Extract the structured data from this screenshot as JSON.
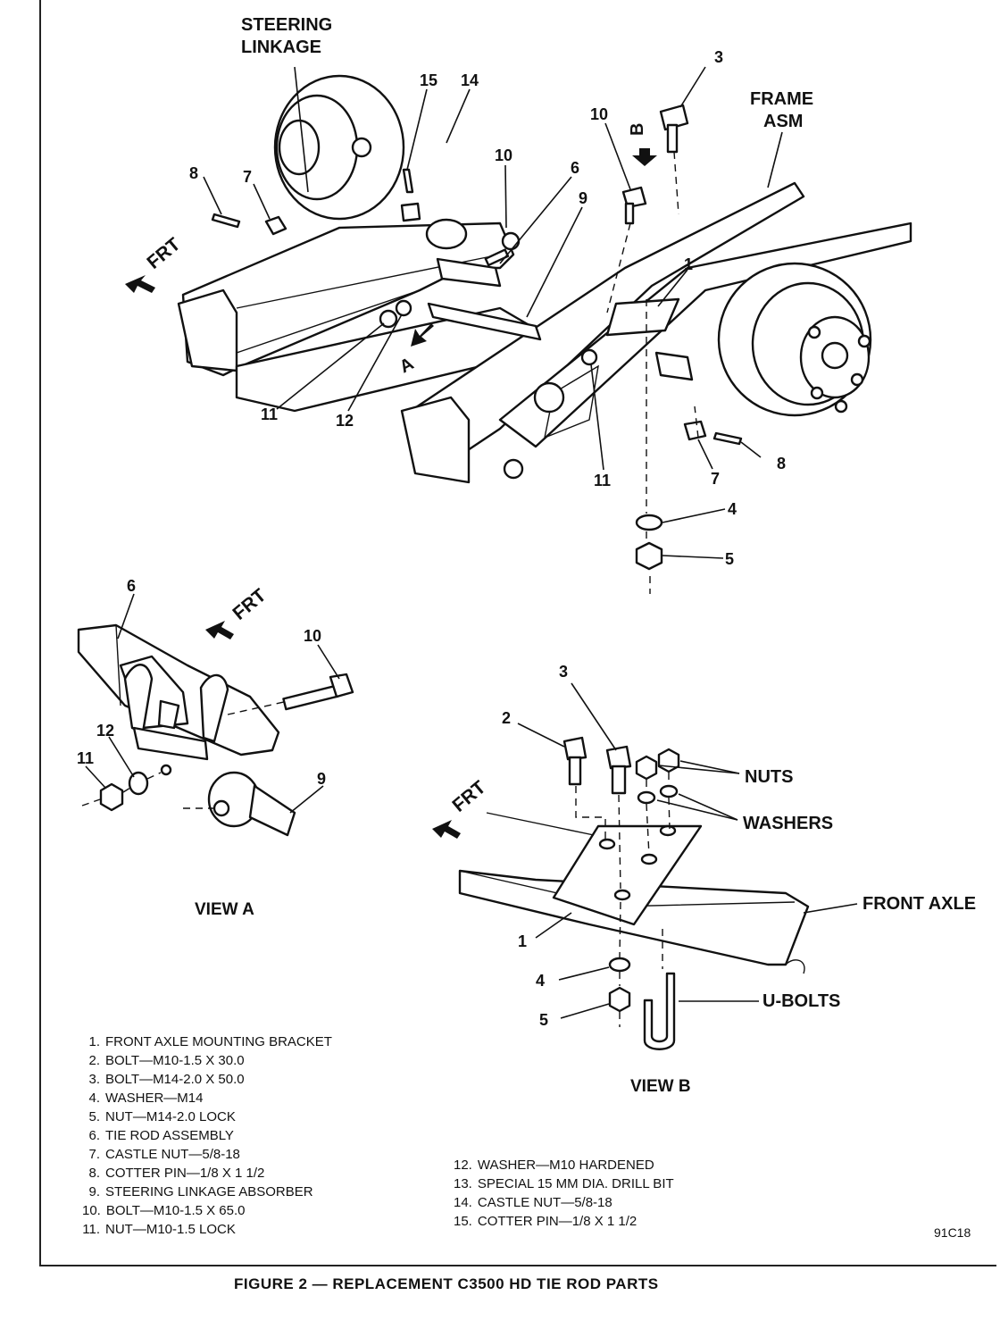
{
  "callouts": {
    "steering_linkage_line1": "STEERING",
    "steering_linkage_line2": "LINKAGE",
    "frame_asm_line1": "FRAME",
    "frame_asm_line2": "ASM",
    "frt": "FRT",
    "view_a_marker": "A",
    "view_b_marker": "B",
    "view_a_title": "VIEW A",
    "view_b_title": "VIEW B",
    "nuts": "NUTS",
    "washers": "WASHERS",
    "front_axle": "FRONT AXLE",
    "u_bolts": "U-BOLTS"
  },
  "numbers": {
    "n1": "1",
    "n2": "2",
    "n3": "3",
    "n4": "4",
    "n5": "5",
    "n6": "6",
    "n7": "7",
    "n8": "8",
    "n9": "9",
    "n10": "10",
    "n11": "11",
    "n12": "12",
    "n14": "14",
    "n15": "15"
  },
  "legend_left": [
    {
      "num": "1.",
      "text": "FRONT AXLE MOUNTING BRACKET"
    },
    {
      "num": "2.",
      "text": "BOLT—M10-1.5 X 30.0"
    },
    {
      "num": "3.",
      "text": "BOLT—M14-2.0 X 50.0"
    },
    {
      "num": "4.",
      "text": "WASHER—M14"
    },
    {
      "num": "5.",
      "text": "NUT—M14-2.0 LOCK"
    },
    {
      "num": "6.",
      "text": "TIE ROD ASSEMBLY"
    },
    {
      "num": "7.",
      "text": "CASTLE NUT—5/8-18"
    },
    {
      "num": "8.",
      "text": "COTTER PIN—1/8 X 1 1/2"
    },
    {
      "num": "9.",
      "text": "STEERING LINKAGE ABSORBER"
    },
    {
      "num": "10.",
      "text": "BOLT—M10-1.5 X 65.0"
    },
    {
      "num": "11.",
      "text": "NUT—M10-1.5 LOCK"
    }
  ],
  "legend_right": [
    {
      "num": "12.",
      "text": "WASHER—M10 HARDENED"
    },
    {
      "num": "13.",
      "text": "SPECIAL 15 MM DIA. DRILL BIT"
    },
    {
      "num": "14.",
      "text": "CASTLE NUT—5/8-18"
    },
    {
      "num": "15.",
      "text": "COTTER PIN—1/8 X 1 1/2"
    }
  ],
  "figure_code": "91C18",
  "caption": "FIGURE 2 — REPLACEMENT C3500  HD TIE ROD PARTS"
}
